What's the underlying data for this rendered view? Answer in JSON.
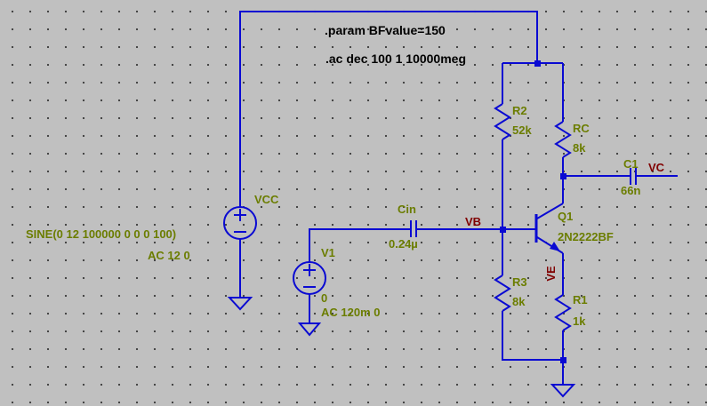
{
  "directives": {
    "param": ".param BFvalue=150",
    "ac": ".ac dec 100 1 10000meg"
  },
  "sources": {
    "vcc": {
      "name": "VCC",
      "sine": "SINE(0 12 100000 0 0 0 100)",
      "ac": "AC 12 0"
    },
    "v1": {
      "name": "V1",
      "value": "0",
      "ac": "AC 120m 0"
    }
  },
  "components": {
    "cin": {
      "name": "Cin",
      "value": "0.24µ"
    },
    "c1": {
      "name": "C1",
      "value": "66n"
    },
    "r2": {
      "name": "R2",
      "value": "52k"
    },
    "rc": {
      "name": "RC",
      "value": "8k"
    },
    "r3": {
      "name": "R3",
      "value": "8k"
    },
    "r1": {
      "name": "R1",
      "value": "1k"
    },
    "q1": {
      "name": "Q1",
      "model": "2N2222BF"
    }
  },
  "nets": {
    "vb": "VB",
    "vc": "VC",
    "ve": "VE"
  },
  "colors": {
    "background": "#c0c0c0",
    "wire": "#0a0ad2",
    "component_text": "#6b7d00",
    "net_text": "#800000",
    "directive_text": "#000000"
  }
}
